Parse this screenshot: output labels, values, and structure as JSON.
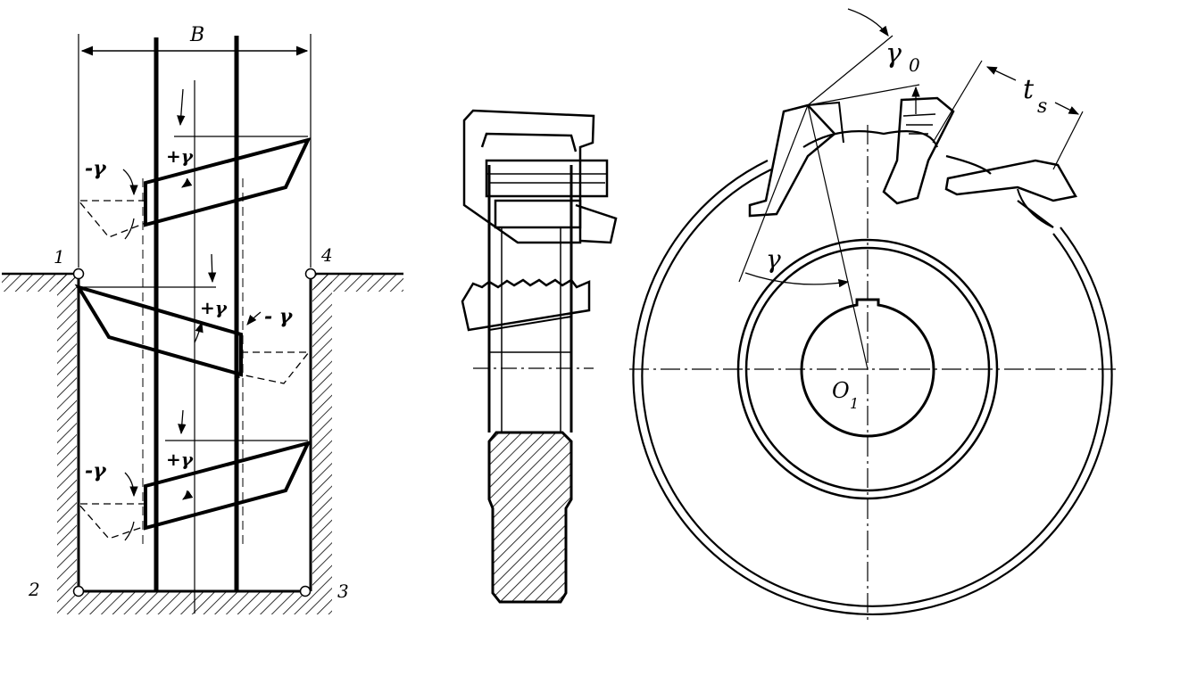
{
  "left_view": {
    "width_label": "B",
    "corner_labels": [
      "1",
      "2",
      "3",
      "4"
    ],
    "angle_labels": {
      "top_neg": "-γ",
      "top_pos": "+γ",
      "middle_pos": "+γ",
      "middle_neg": "- γ",
      "bottom_neg": "-γ",
      "bottom_pos": "+γ"
    }
  },
  "right_view": {
    "rake_angle_label": "γ",
    "normal_rake_label": "γ",
    "normal_rake_subscript": "0",
    "pitch_label": "t",
    "pitch_subscript": "s",
    "center_label": "O",
    "center_subscript": "1"
  }
}
